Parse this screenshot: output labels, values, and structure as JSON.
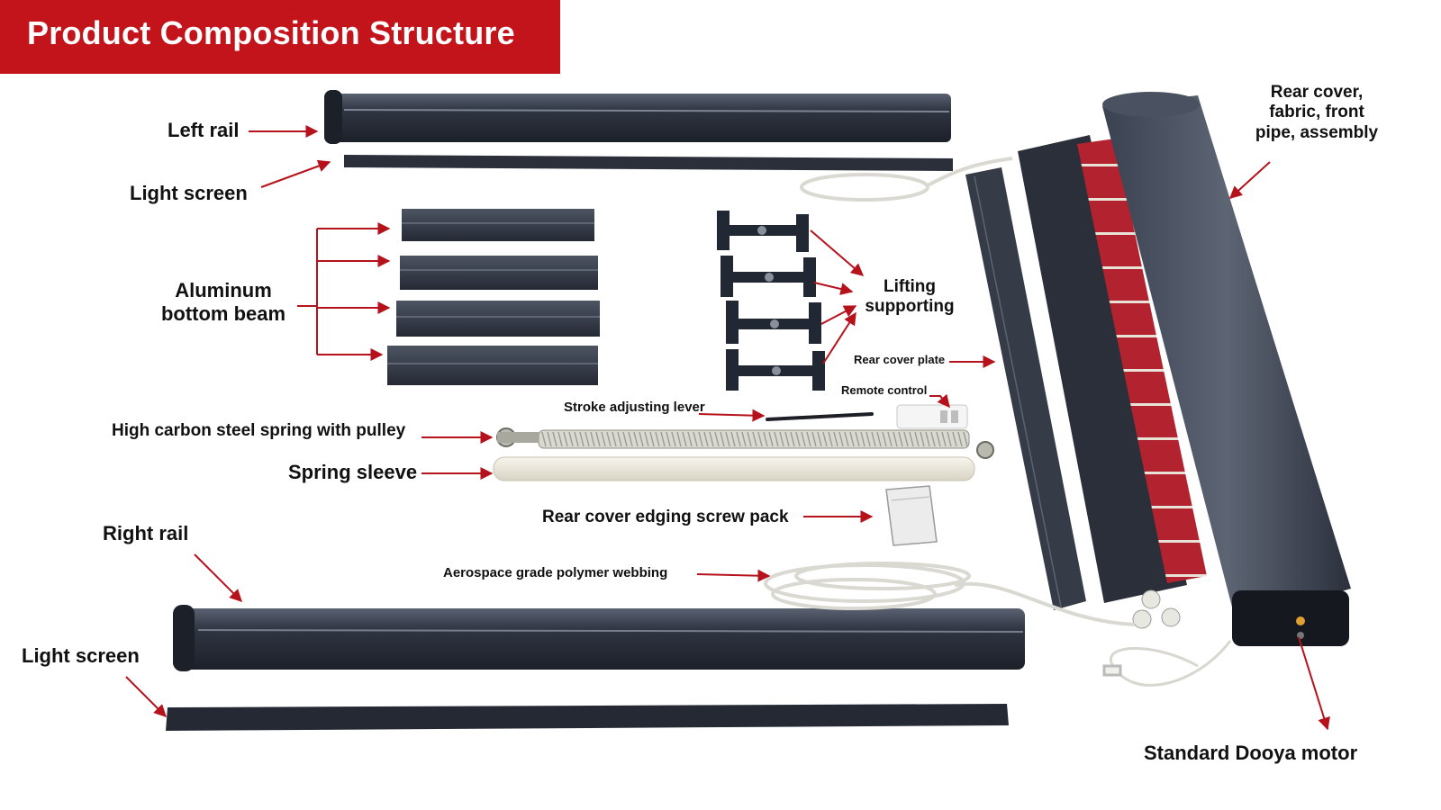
{
  "title": "Product Composition Structure",
  "labels": {
    "left_rail": "Left rail",
    "light_screen_top": "Light screen",
    "aluminum_bottom_beam_line1": "Aluminum",
    "aluminum_bottom_beam_line2": "bottom beam",
    "lifting_supporting_line1": "Lifting",
    "lifting_supporting_line2": "supporting",
    "rear_cover_plate": "Rear cover plate",
    "remote_control": "Remote control",
    "stroke_adjusting_lever": "Stroke adjusting lever",
    "spring_with_pulley": "High carbon steel spring with pulley",
    "spring_sleeve": "Spring sleeve",
    "screw_pack": "Rear cover edging screw pack",
    "right_rail": "Right rail",
    "webbing": "Aerospace grade polymer webbing",
    "light_screen_bottom": "Light screen",
    "rear_cover_assembly_line1": "Rear cover,",
    "rear_cover_assembly_line2": "fabric, front",
    "rear_cover_assembly_line3": "pipe, assembly",
    "motor": "Standard Dooya motor"
  },
  "colors": {
    "banner": "#c3141c",
    "arrow": "#b5121b",
    "rail": "#2f3542",
    "fabric": "#b3232f",
    "stripe": "#e9e2d6",
    "sleeve": "#ece8dc",
    "webbing": "#f4f4f0"
  }
}
